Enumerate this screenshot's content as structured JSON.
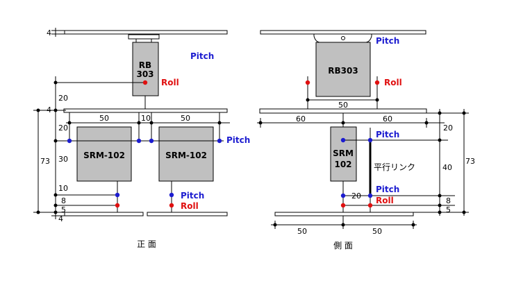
{
  "views": {
    "front": {
      "caption": "正 面",
      "servos": [
        "RB\n303",
        "SRM-102",
        "SRM-102"
      ],
      "axis_labels": {
        "pitch_top": "Pitch",
        "roll_top": "Roll",
        "pitch_mid": "Pitch",
        "pitch_bottom": "Pitch",
        "roll_bottom": "Roll"
      },
      "dimensions": {
        "top_plate": "4",
        "rb_height": "20",
        "mid_plate": "4",
        "total": "73",
        "upper_gap": "20",
        "body": "30",
        "lower_gap": "10",
        "pitch_gap": "8",
        "roll_gap": "5",
        "bottom_plate": "4",
        "width_left": "50",
        "width_center": "10",
        "width_right": "50"
      }
    },
    "side": {
      "caption": "側 面",
      "servos": [
        "RB303",
        "SRM\n102"
      ],
      "link_label": "平行リンク",
      "axis_labels": {
        "pitch_top": "Pitch",
        "roll_top": "Roll",
        "pitch_mid": "Pitch",
        "pitch_bottom": "Pitch",
        "roll_bottom": "Roll"
      },
      "dimensions": {
        "top_width": "50",
        "width_left": "60",
        "width_right": "60",
        "upper_gap": "20",
        "link_height": "40",
        "total": "73",
        "srm_offset": "20",
        "pitch_gap": "8",
        "roll_gap": "5",
        "bottom_left": "50",
        "bottom_right": "50"
      }
    }
  },
  "colors": {
    "pitch": "#1c1cd0",
    "roll": "#e01010",
    "servo": "#c0c0c0"
  }
}
